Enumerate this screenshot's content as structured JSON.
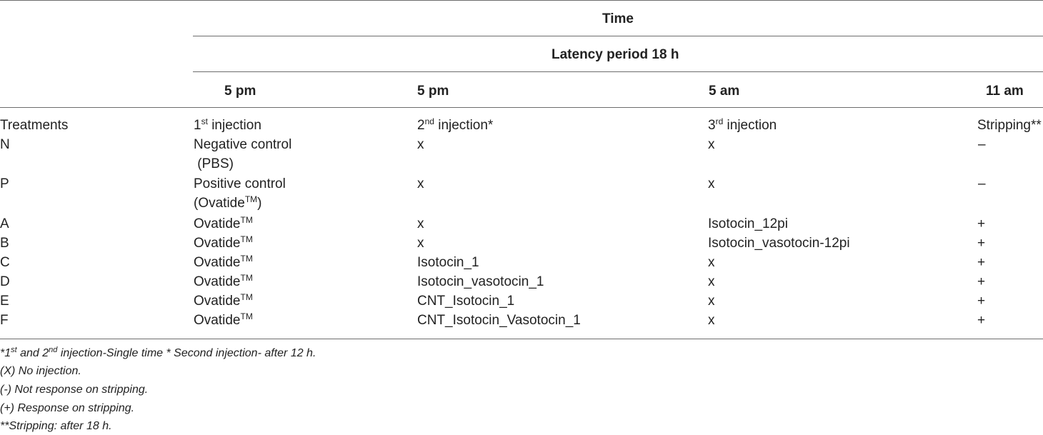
{
  "header": {
    "time": "Time",
    "latency": "Latency period 18 h",
    "times": [
      "5 pm",
      "5 pm",
      "5 am",
      "11 am"
    ]
  },
  "columns": {
    "treatments": "Treatments",
    "inj1": {
      "pre": "1",
      "sup": "st",
      "post": " injection"
    },
    "inj2": {
      "pre": "2",
      "sup": "nd",
      "post": " injection*"
    },
    "inj3": {
      "pre": "3",
      "sup": "rd",
      "post": " injection"
    },
    "stripping": "Stripping**"
  },
  "rows": [
    {
      "t": "N",
      "first": {
        "line1": "Negative control",
        "line2": " (PBS)"
      },
      "second": "x",
      "third": "x",
      "strip": "–"
    },
    {
      "t": "P",
      "first": {
        "line1": "Positive control",
        "line2": "(Ovatide",
        "line2_sup": "TM",
        "line2_post": ")"
      },
      "second": "x",
      "third": "x",
      "strip": "–"
    },
    {
      "t": "A",
      "first": {
        "line1": "Ovatide",
        "line1_sup": "TM"
      },
      "second": "x",
      "third": "Isotocin_12pi",
      "strip": "+"
    },
    {
      "t": "B",
      "first": {
        "line1": "Ovatide",
        "line1_sup": "TM"
      },
      "second": "x",
      "third": "Isotocin_vasotocin-12pi",
      "strip": "+"
    },
    {
      "t": "C",
      "first": {
        "line1": "Ovatide",
        "line1_sup": "TM"
      },
      "second": "Isotocin_1",
      "third": "x",
      "strip": "+"
    },
    {
      "t": "D",
      "first": {
        "line1": "Ovatide",
        "line1_sup": "TM"
      },
      "second": "Isotocin_vasotocin_1",
      "third": "x",
      "strip": "+"
    },
    {
      "t": "E",
      "first": {
        "line1": "Ovatide",
        "line1_sup": "TM"
      },
      "second": "CNT_Isotocin_1",
      "third": "x",
      "strip": "+"
    },
    {
      "t": "F",
      "first": {
        "line1": "Ovatide",
        "line1_sup": "TM"
      },
      "second": "CNT_Isotocin_Vasotocin_1",
      "third": "x",
      "strip": "+"
    }
  ],
  "footnotes": {
    "n1": {
      "a": "*1",
      "a_sup": "st",
      "b": " and 2",
      "b_sup": "nd",
      "c": " injection-Single time * Second injection- after 12 h."
    },
    "n2": "(X) No injection.",
    "n3": "(-) Not response on stripping.",
    "n4": "(+) Response on stripping.",
    "n5": "**Stripping: after 18 h."
  }
}
